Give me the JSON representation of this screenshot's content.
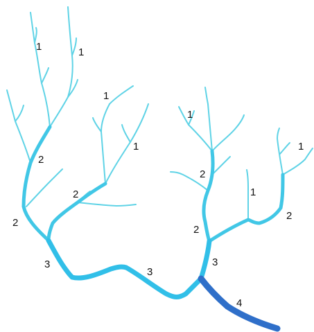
{
  "diagram": {
    "colors": {
      "order_1": "#5fd3e6",
      "order_2": "#41c7e6",
      "order_3": "#31bfe8",
      "order_4": "#2f6fc9"
    },
    "labels": [
      {
        "id": "a",
        "text": "1"
      },
      {
        "id": "b",
        "text": "1"
      },
      {
        "id": "c",
        "text": "1"
      },
      {
        "id": "d",
        "text": "1"
      },
      {
        "id": "e",
        "text": "1"
      },
      {
        "id": "f",
        "text": "1"
      },
      {
        "id": "g",
        "text": "1"
      },
      {
        "id": "h",
        "text": "2"
      },
      {
        "id": "i",
        "text": "2"
      },
      {
        "id": "j",
        "text": "2"
      },
      {
        "id": "k",
        "text": "2"
      },
      {
        "id": "l",
        "text": "2"
      },
      {
        "id": "m",
        "text": "2"
      },
      {
        "id": "n",
        "text": "3"
      },
      {
        "id": "o",
        "text": "3"
      },
      {
        "id": "p",
        "text": "3"
      },
      {
        "id": "q",
        "text": "4"
      }
    ]
  }
}
